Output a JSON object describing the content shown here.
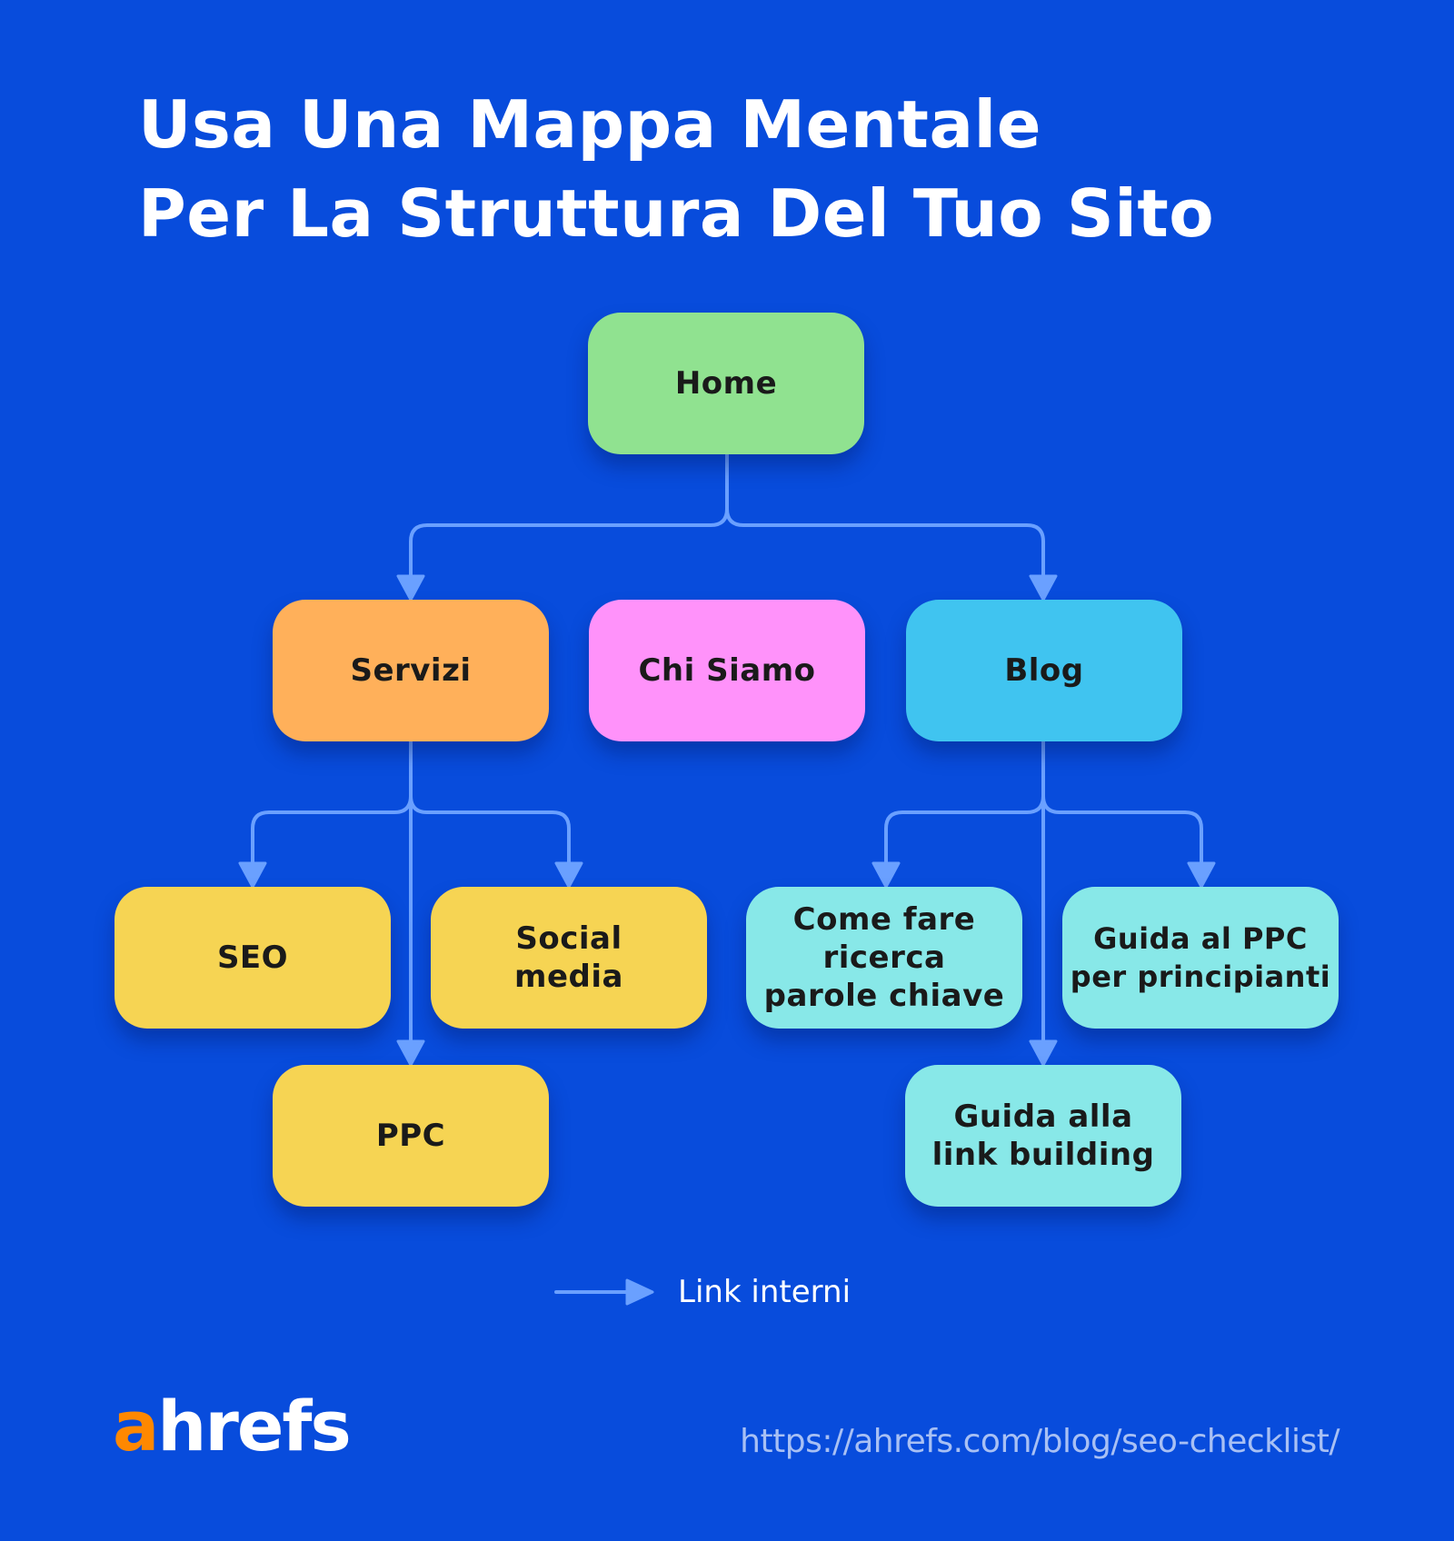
{
  "title": {
    "line1": "Usa Una Mappa Mentale",
    "line2": "Per La Struttura Del Tuo Sito"
  },
  "colors": {
    "background": "#084cdc",
    "connector": "#6aa0ff",
    "home": "#90e290",
    "servizi": "#ffb05a",
    "chi_siamo": "#ff92fa",
    "blog": "#40c4f0",
    "servizi_children": "#f6d453",
    "blog_children": "#88e8e8",
    "logo_accent": "#ff8800",
    "url_text": "#a8c0f4"
  },
  "nodes": {
    "home": "Home",
    "servizi": "Servizi",
    "chi_siamo": "Chi Siamo",
    "blog": "Blog",
    "seo": "SEO",
    "social_media": "Social\nmedia",
    "ppc": "PPC",
    "keyword_research": "Come fare\nricerca\nparole chiave",
    "ppc_guide": "Guida al PPC\nper principianti",
    "link_building": "Guida alla\nlink building"
  },
  "legend": {
    "icon": "arrow-right-icon",
    "label": "Link interni"
  },
  "footer": {
    "logo_accent": "a",
    "logo_rest": "hrefs",
    "url": "https://ahrefs.com/blog/seo-checklist/"
  }
}
